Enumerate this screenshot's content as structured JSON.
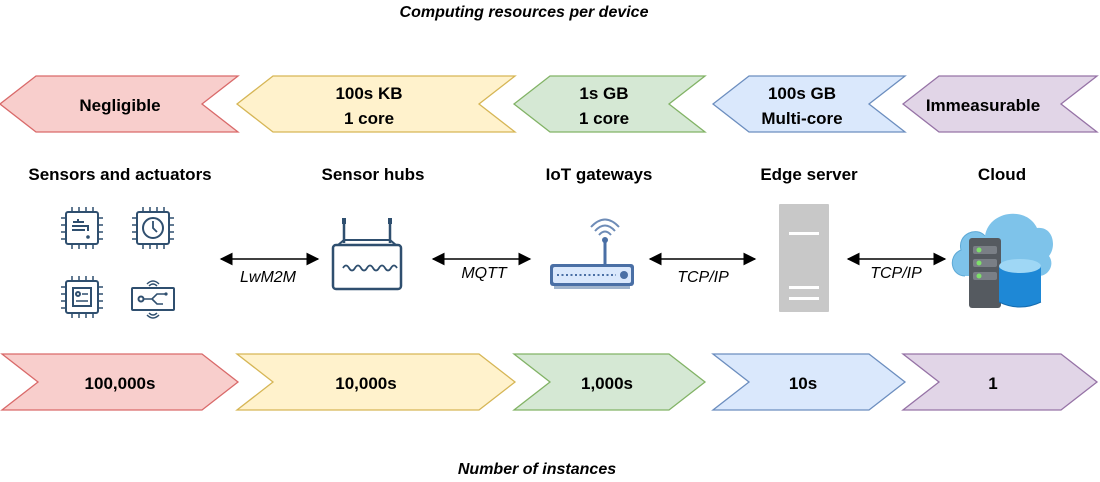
{
  "titles": {
    "top": "Computing resources per device",
    "bottom": "Number of instances"
  },
  "resources": [
    {
      "line1": "Negligible",
      "line2": ""
    },
    {
      "line1": "100s KB",
      "line2": "1 core"
    },
    {
      "line1": "1s GB",
      "line2": "1 core"
    },
    {
      "line1": "100s GB",
      "line2": "Multi-core"
    },
    {
      "line1": "Immeasurable",
      "line2": ""
    }
  ],
  "tiers": [
    {
      "label": "Sensors and actuators",
      "icon": "sensor-chip-icons"
    },
    {
      "label": "Sensor hubs",
      "icon": "router-icon"
    },
    {
      "label": "IoT gateways",
      "icon": "gateway-icon"
    },
    {
      "label": "Edge server",
      "icon": "server-icon"
    },
    {
      "label": "Cloud",
      "icon": "cloud-database-icon"
    }
  ],
  "protocols": [
    "LwM2M",
    "MQTT",
    "TCP/IP",
    "TCP/IP"
  ],
  "instances": [
    "100,000s",
    "10,000s",
    "1,000s",
    "10s",
    "1"
  ],
  "colors": {
    "red_fill": "#f8cecc",
    "red_stroke": "#d96a6a",
    "yellow_fill": "#fff2cc",
    "yellow_stroke": "#d6b656",
    "green_fill": "#d5e8d4",
    "green_stroke": "#82b366",
    "blue_fill": "#dae8fc",
    "blue_stroke": "#6c8ebf",
    "purple_fill": "#e1d5e7",
    "purple_stroke": "#9673a6",
    "icon_dark": "#2f4f6f",
    "gateway_blue": "#4a6fa5",
    "server_gray": "#c8c8c8"
  }
}
